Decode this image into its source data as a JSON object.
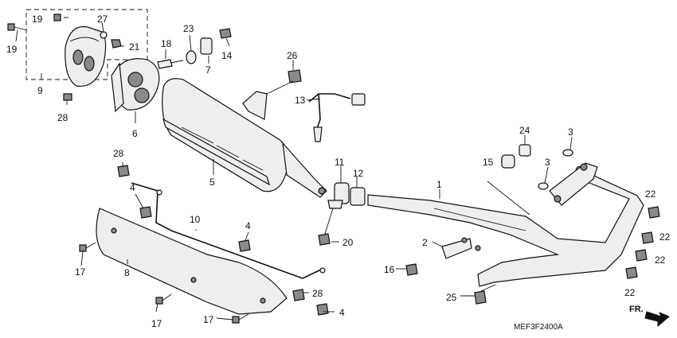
{
  "callouts": {
    "c1": "1",
    "c2": "2",
    "c3a": "3",
    "c3b": "3",
    "c4a": "4",
    "c4b": "4",
    "c4c": "4",
    "c5": "5",
    "c6": "6",
    "c7": "7",
    "c8": "8",
    "c9": "9",
    "c10": "10",
    "c11": "11",
    "c12": "12",
    "c13": "13",
    "c14": "14",
    "c15": "15",
    "c16": "16",
    "c17a": "17",
    "c17b": "17",
    "c17c": "17",
    "c18": "18",
    "c19a": "19",
    "c19b": "19",
    "c20": "20",
    "c21": "21",
    "c22a": "22",
    "c22b": "22",
    "c22c": "22",
    "c22d": "22",
    "c23": "23",
    "c24": "24",
    "c25": "25",
    "c26": "26",
    "c27": "27",
    "c28a": "28",
    "c28b": "28",
    "c28c": "28"
  },
  "diagram_code": "MEF3F2400A",
  "direction_label": "FR."
}
